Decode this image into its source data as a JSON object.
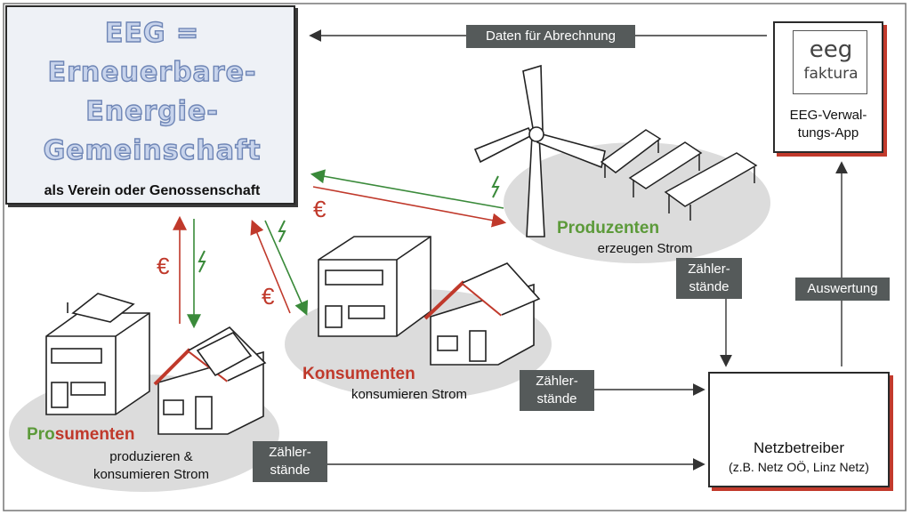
{
  "title": {
    "lines": [
      "EEG =",
      "Erneuerbare-",
      "Energie-",
      "Gemeinschaft"
    ],
    "subtitle": "als Verein oder Genossenschaft"
  },
  "app": {
    "logo_top": "eeg",
    "logo_bottom": "faktura",
    "label_line1": "EEG-Verwal-",
    "label_line2": "tungs-App"
  },
  "netzbetreiber": {
    "title": "Netzbetreiber",
    "subtitle": "(z.B. Netz OÖ, Linz Netz)"
  },
  "groups": {
    "produzenten": {
      "title": "Produzenten",
      "desc": "erzeugen Strom"
    },
    "konsumenten": {
      "title": "Konsumenten",
      "desc": "konsumieren Strom"
    },
    "prosumenten": {
      "title_green": "Pro",
      "title_red": "sumenten",
      "desc_line1": "produzieren &",
      "desc_line2": "konsumieren Strom"
    }
  },
  "labels": {
    "daten": "Daten für Abrechnung",
    "auswertung": "Auswertung",
    "zaehler_line1": "Zähler-",
    "zaehler_line2": "stände"
  },
  "symbols": {
    "euro": "€"
  },
  "colors": {
    "green": "#5c9a3a",
    "red": "#c0392b",
    "label_bg": "#555a5a",
    "title_fill": "#c8d4ec"
  }
}
